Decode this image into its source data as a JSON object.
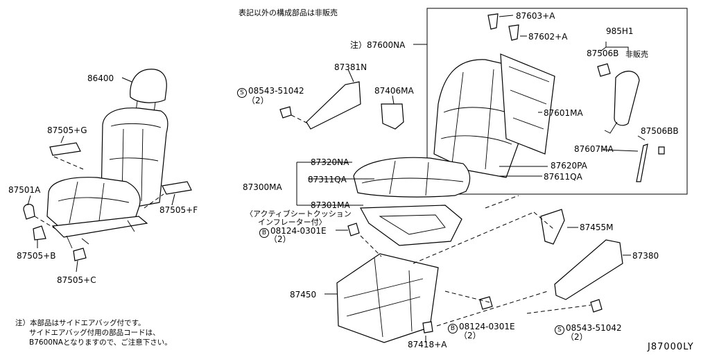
{
  "header_note": "表記以外の構成部品は非販売",
  "diagram_code": "J87000LY",
  "footnote": {
    "line1": "注）本部品はサイドエアバッグ付です。",
    "line2": "サイドエアバッグ付用の部品コードは、",
    "line3": "B7600NAとなりますので、ご注意下さい。"
  },
  "labels": {
    "p86400": "86400",
    "p87505g": "87505+G",
    "p87501a": "87501A",
    "p87505f": "87505+F",
    "p87505b": "87505+B",
    "p87505c": "87505+C",
    "s1_circle": "S",
    "s1_code": "08543-51042",
    "s1_qty": "（2）",
    "p87381n": "87381N",
    "p87406ma": "87406MA",
    "p87600na": "注）87600NA",
    "p87603a": "87603+A",
    "p87602a": "87602+A",
    "p985h1": "985H1",
    "p87506b": "87506B",
    "hibaibai": "非販売",
    "p87601ma": "87601MA",
    "p87506bb": "87506BB",
    "p87607ma": "87607MA",
    "p87620pa": "87620PA",
    "p87611qa": "87611QA",
    "p87320na": "87320NA",
    "p87300ma": "87300MA",
    "p87311qa": "87311QA",
    "p87301ma": "87301MA",
    "active_line1": "〈アクティブシートクッション",
    "active_line2": "インフレーター付〉",
    "b1_circle": "B",
    "b1_code": "08124-0301E",
    "b1_qty": "（2）",
    "p87455m": "87455M",
    "p87380": "87380",
    "p87450": "87450",
    "b2_circle": "B",
    "b2_code": "08124-0301E",
    "b2_qty": "（2）",
    "s2_circle": "S",
    "s2_code": "08543-51042",
    "s2_qty": "（2）",
    "p87418a": "87418+A"
  }
}
